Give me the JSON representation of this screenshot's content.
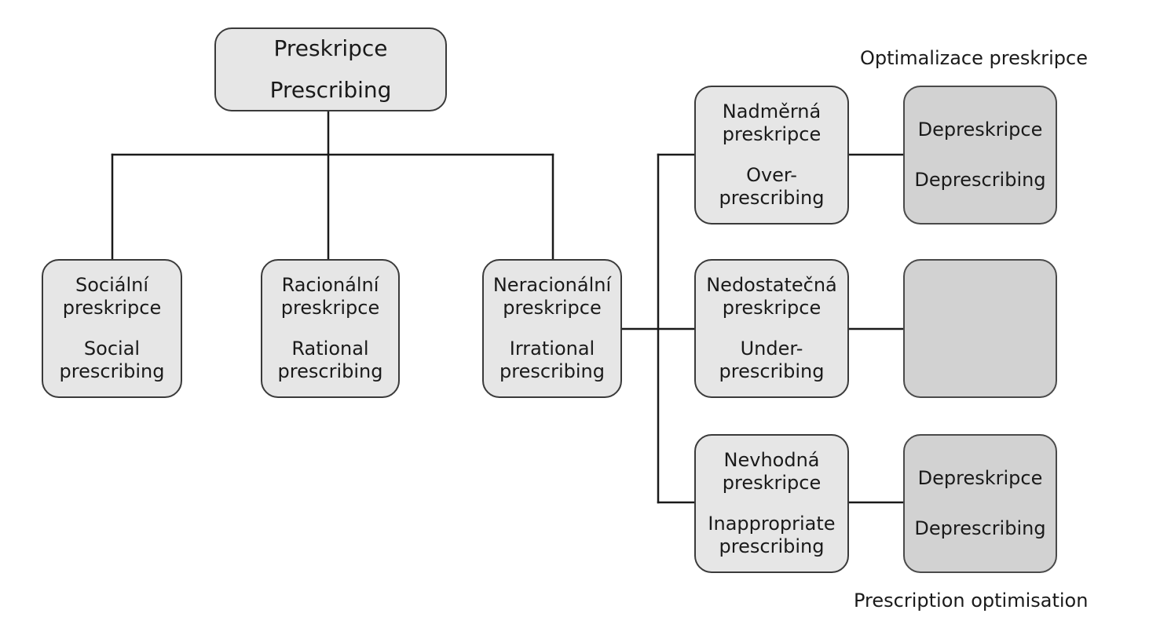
{
  "root": {
    "cz": "Preskripce",
    "en": "Prescribing"
  },
  "types": [
    {
      "key": "social",
      "cz": "Sociální preskripce",
      "en": "Social prescribing"
    },
    {
      "key": "rational",
      "cz": "Racionální preskripce",
      "en": "Rational prescribing"
    },
    {
      "key": "irrational",
      "cz": "Neracionální preskripce",
      "en": "Irrational prescribing"
    }
  ],
  "irrational_subtypes": [
    {
      "key": "over",
      "cz": "Nadměrná preskripce",
      "en": "Over-prescribing"
    },
    {
      "key": "under",
      "cz": "Nedostatečná preskripce",
      "en": "Under-prescribing"
    },
    {
      "key": "inappropriate",
      "cz": "Nevhodná preskripce",
      "en": "Inappropriate prescribing"
    }
  ],
  "optimisation": {
    "title_cz": "Optimalizace preskripce",
    "title_en": "Prescription optimisation",
    "boxes": [
      {
        "cz": "Depreskripce",
        "en": "Deprescribing"
      },
      {
        "cz": "",
        "en": ""
      },
      {
        "cz": "Depreskripce",
        "en": "Deprescribing"
      }
    ]
  }
}
